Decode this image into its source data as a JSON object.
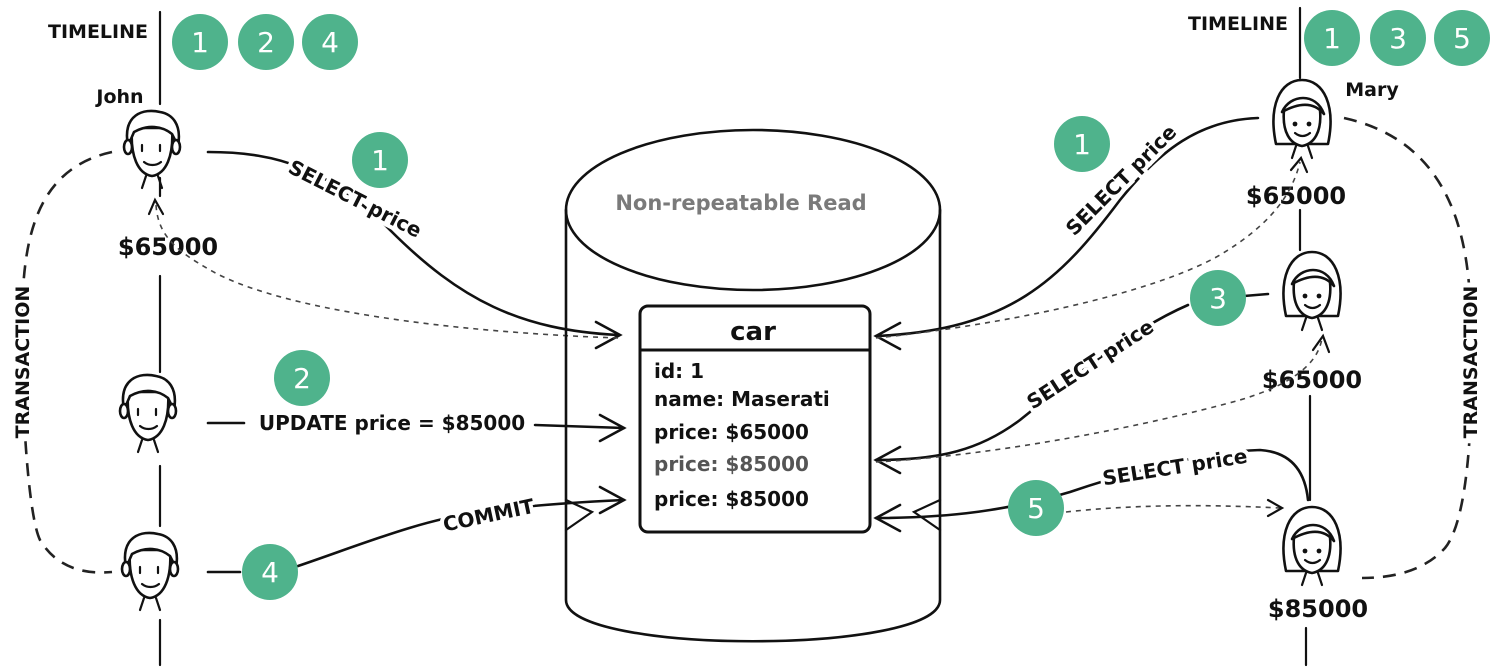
{
  "colors": {
    "badge": "#4fb38c",
    "ink": "#111111",
    "db_title": "#7a7a7a"
  },
  "timelines": {
    "left": {
      "label": "TIMELINE",
      "steps": [
        "1",
        "2",
        "4"
      ]
    },
    "right": {
      "label": "TIMELINE",
      "steps": [
        "1",
        "3",
        "5"
      ]
    }
  },
  "actors": {
    "john": {
      "name": "John",
      "price_read": "$65000",
      "transaction_label": "TRANSACTION"
    },
    "mary": {
      "name": "Mary",
      "price_read_1": "$65000",
      "price_read_2": "$65000",
      "price_read_3": "$85000",
      "transaction_label": "TRANSACTION"
    }
  },
  "database": {
    "title": "Non-repeatable Read",
    "table": {
      "name": "car",
      "fields": [
        "id: 1",
        "name: Maserati",
        "price: $65000",
        "price: $85000",
        "price: $85000"
      ]
    }
  },
  "operations": {
    "john_select": {
      "step": "1",
      "label": "SELECT price"
    },
    "john_update": {
      "step": "2",
      "label": "UPDATE price = $85000"
    },
    "john_commit": {
      "step": "4",
      "label": "COMMIT"
    },
    "mary_select_1": {
      "step": "1",
      "label": "SELECT price"
    },
    "mary_select_2": {
      "step": "3",
      "label": "SELECT price"
    },
    "mary_select_3": {
      "step": "5",
      "label": "SELECT price"
    }
  }
}
